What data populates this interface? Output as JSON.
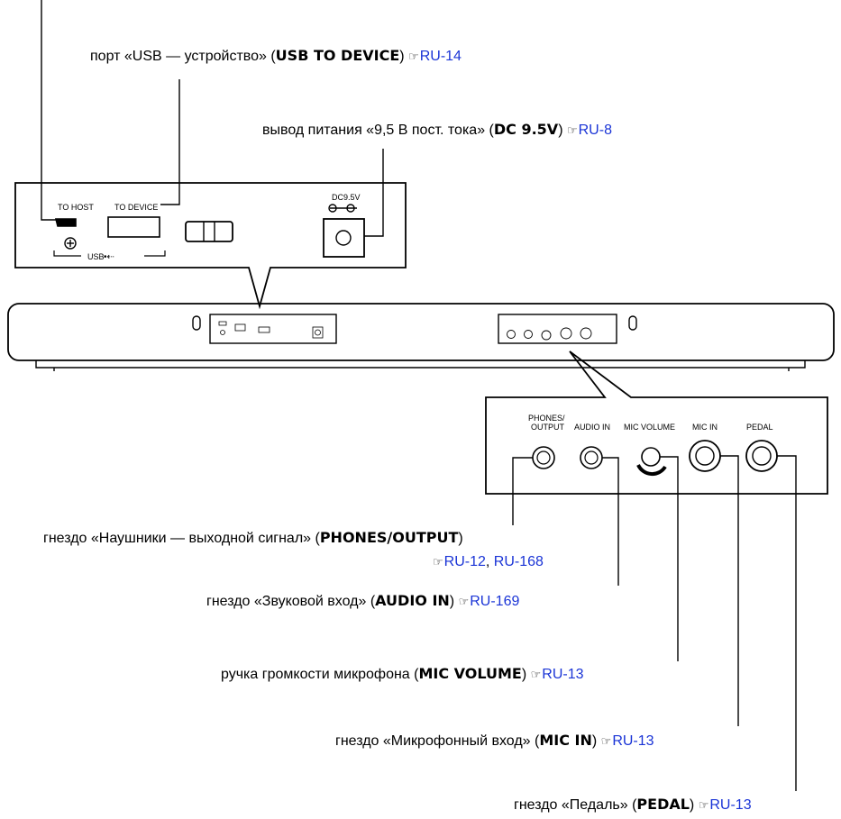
{
  "labels": {
    "usb_device": {
      "text": "порт «USB — устройство» (",
      "code": "USB TO DEVICE",
      "close": ")",
      "ref": "RU-14"
    },
    "dc": {
      "text": "вывод питания «9,5 В пост. тока» (",
      "code": "DC 9.5V",
      "close": ")",
      "ref": "RU-8"
    },
    "phones": {
      "text": "гнездо «Наушники — выходной сигнал» (",
      "code": "PHONES/OUTPUT",
      "close": ")",
      "ref1": "RU-12",
      "sep": ", ",
      "ref2": "RU-168"
    },
    "audio_in": {
      "text": "гнездо «Звуковой вход» (",
      "code": "AUDIO IN",
      "close": ")",
      "ref": "RU-169"
    },
    "mic_volume": {
      "text": "ручка громкости микрофона (",
      "code": "MIC VOLUME",
      "close": ")",
      "ref": "RU-13"
    },
    "mic_in": {
      "text": "гнездо «Микрофонный вход» (",
      "code": "MIC IN",
      "close": ")",
      "ref": "RU-13"
    },
    "pedal": {
      "text": "гнездо «Педаль» (",
      "code": "PEDAL",
      "close": ")",
      "ref": "RU-13"
    }
  },
  "ref_icon": "☞",
  "panel_left": {
    "to_host": "TO HOST",
    "to_device": "TO DEVICE",
    "usb": "USB",
    "dc": "DC9.5V"
  },
  "panel_right": {
    "phones": "PHONES/",
    "output": "OUTPUT",
    "audio_in": "AUDIO IN",
    "mic_volume": "MIC VOLUME",
    "mic_in": "MIC IN",
    "pedal": "PEDAL"
  },
  "colors": {
    "link": "#1a34d6",
    "line": "#000000"
  }
}
